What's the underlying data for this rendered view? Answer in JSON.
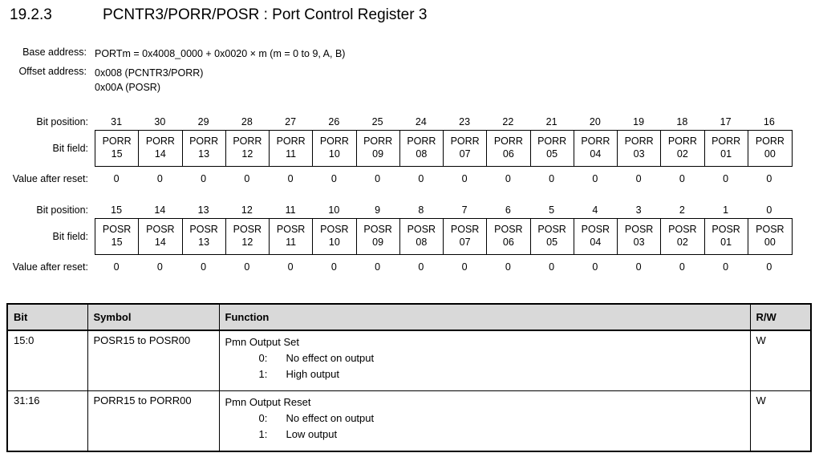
{
  "heading": {
    "section_number": "19.2.3",
    "title": "PCNTR3/PORR/POSR : Port Control Register 3"
  },
  "address_info": {
    "base_label": "Base address:",
    "base_value": "PORTm = 0x4008_0000 + 0x0020 × m (m = 0 to 9, A, B)",
    "offset_label": "Offset address:",
    "offset_value_1": "0x008 (PCNTR3/PORR)",
    "offset_value_2": "0x00A (POSR)"
  },
  "register_rows": {
    "labels": {
      "bit_position": "Bit position:",
      "bit_field": "Bit field:",
      "value_after_reset": "Value after reset:"
    },
    "high": {
      "bit_positions": [
        "31",
        "30",
        "29",
        "28",
        "27",
        "26",
        "25",
        "24",
        "23",
        "22",
        "21",
        "20",
        "19",
        "18",
        "17",
        "16"
      ],
      "field_prefixes": [
        "PORR",
        "PORR",
        "PORR",
        "PORR",
        "PORR",
        "PORR",
        "PORR",
        "PORR",
        "PORR",
        "PORR",
        "PORR",
        "PORR",
        "PORR",
        "PORR",
        "PORR",
        "PORR"
      ],
      "field_suffixes": [
        "15",
        "14",
        "13",
        "12",
        "11",
        "10",
        "09",
        "08",
        "07",
        "06",
        "05",
        "04",
        "03",
        "02",
        "01",
        "00"
      ],
      "reset_values": [
        "0",
        "0",
        "0",
        "0",
        "0",
        "0",
        "0",
        "0",
        "0",
        "0",
        "0",
        "0",
        "0",
        "0",
        "0",
        "0"
      ]
    },
    "low": {
      "bit_positions": [
        "15",
        "14",
        "13",
        "12",
        "11",
        "10",
        "9",
        "8",
        "7",
        "6",
        "5",
        "4",
        "3",
        "2",
        "1",
        "0"
      ],
      "field_prefixes": [
        "POSR",
        "POSR",
        "POSR",
        "POSR",
        "POSR",
        "POSR",
        "POSR",
        "POSR",
        "POSR",
        "POSR",
        "POSR",
        "POSR",
        "POSR",
        "POSR",
        "POSR",
        "POSR"
      ],
      "field_suffixes": [
        "15",
        "14",
        "13",
        "12",
        "11",
        "10",
        "09",
        "08",
        "07",
        "06",
        "05",
        "04",
        "03",
        "02",
        "01",
        "00"
      ],
      "reset_values": [
        "0",
        "0",
        "0",
        "0",
        "0",
        "0",
        "0",
        "0",
        "0",
        "0",
        "0",
        "0",
        "0",
        "0",
        "0",
        "0"
      ]
    }
  },
  "description_table": {
    "headers": {
      "bit": "Bit",
      "symbol": "Symbol",
      "function": "Function",
      "rw": "R/W"
    },
    "rows": [
      {
        "bit": "15:0",
        "symbol": "POSR15 to POSR00",
        "function_title": "Pmn Output Set",
        "options": [
          {
            "key": "0:",
            "text": "No effect on output"
          },
          {
            "key": "1:",
            "text": "High output"
          }
        ],
        "rw": "W"
      },
      {
        "bit": "31:16",
        "symbol": "PORR15 to PORR00",
        "function_title": "Pmn Output Reset",
        "options": [
          {
            "key": "0:",
            "text": "No effect on output"
          },
          {
            "key": "1:",
            "text": "Low output"
          }
        ],
        "rw": "W"
      }
    ]
  },
  "colors": {
    "header_fill": "#d9d9d9",
    "border": "#000000",
    "text": "#000000"
  }
}
